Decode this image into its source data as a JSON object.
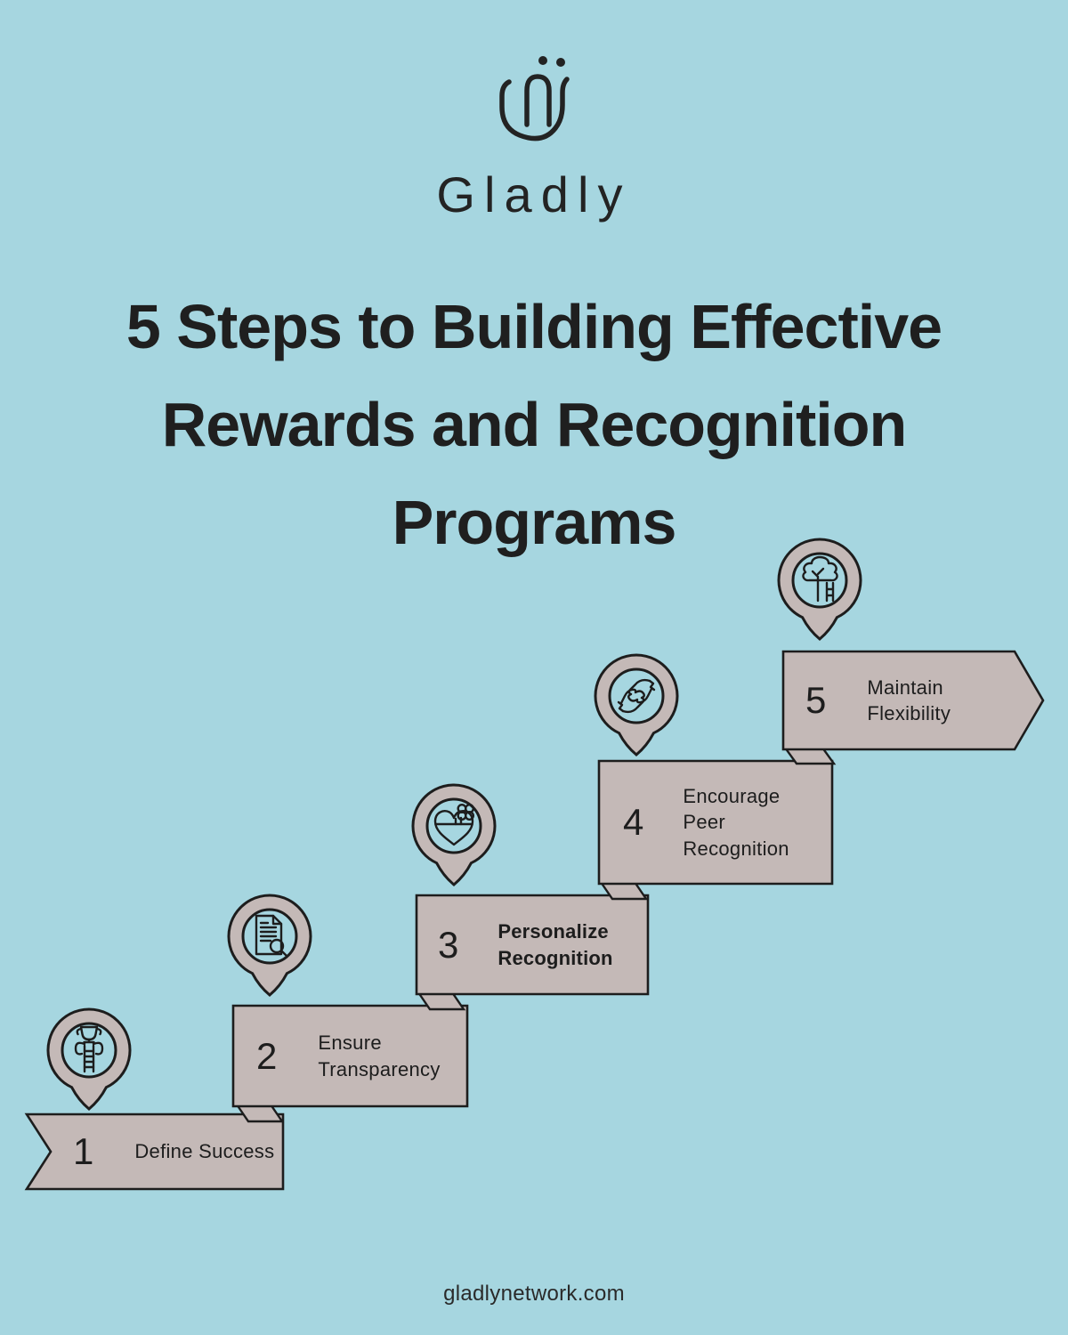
{
  "brand": {
    "logo_icon": "gladly-monogram-icon",
    "wordmark": "Gladly"
  },
  "title": {
    "line1": "5 Steps to Building Effective",
    "line2": "Rewards and Recognition",
    "line3": "Programs"
  },
  "steps": [
    {
      "number": "1",
      "label": "Define Success",
      "icon": "trophy-ladder-icon"
    },
    {
      "number": "2",
      "label": "Ensure Transparency",
      "icon": "document-search-icon"
    },
    {
      "number": "3",
      "label": "Personalize Recognition",
      "icon": "heart-gift-icon"
    },
    {
      "number": "4",
      "label": "Encourage Peer Recognition",
      "icon": "hands-together-icon"
    },
    {
      "number": "5",
      "label": "Maintain Flexibility",
      "icon": "tree-icon"
    }
  ],
  "footer": {
    "website": "gladlynetwork.com"
  },
  "colors": {
    "background": "#a6d6e0",
    "banner": "#c4b9b7",
    "outline": "#1d1d1d",
    "text": "#1f1f1f"
  }
}
